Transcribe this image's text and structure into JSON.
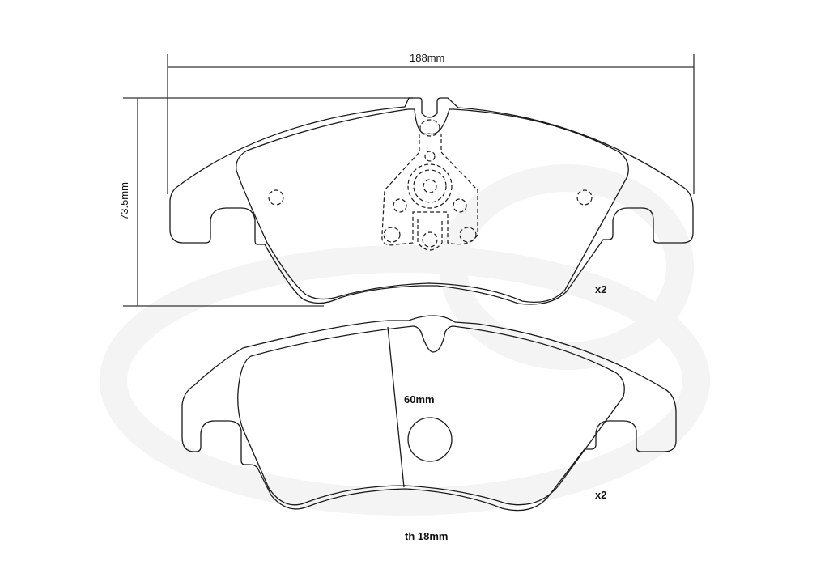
{
  "drawing": {
    "subject": "Brake pad technical drawing",
    "dimensions": {
      "width_label": "188mm",
      "height_label": "73.5mm",
      "depth_label": "60mm",
      "thickness_label": "th 18mm"
    },
    "top_view": {
      "quantity_label": "x2",
      "features": [
        "backing-plate-outline",
        "friction-material-outline",
        "wear-sensor-clip-dashed",
        "locating-holes-dashed"
      ]
    },
    "bottom_view": {
      "quantity_label": "x2",
      "features": [
        "backing-plate-outline",
        "friction-material-outline",
        "center-hole",
        "depth-line"
      ]
    },
    "colors": {
      "line": "#1a1a1a",
      "dimension_line": "#333333",
      "background": "#ffffff",
      "watermark": "#f4f4f4"
    }
  }
}
